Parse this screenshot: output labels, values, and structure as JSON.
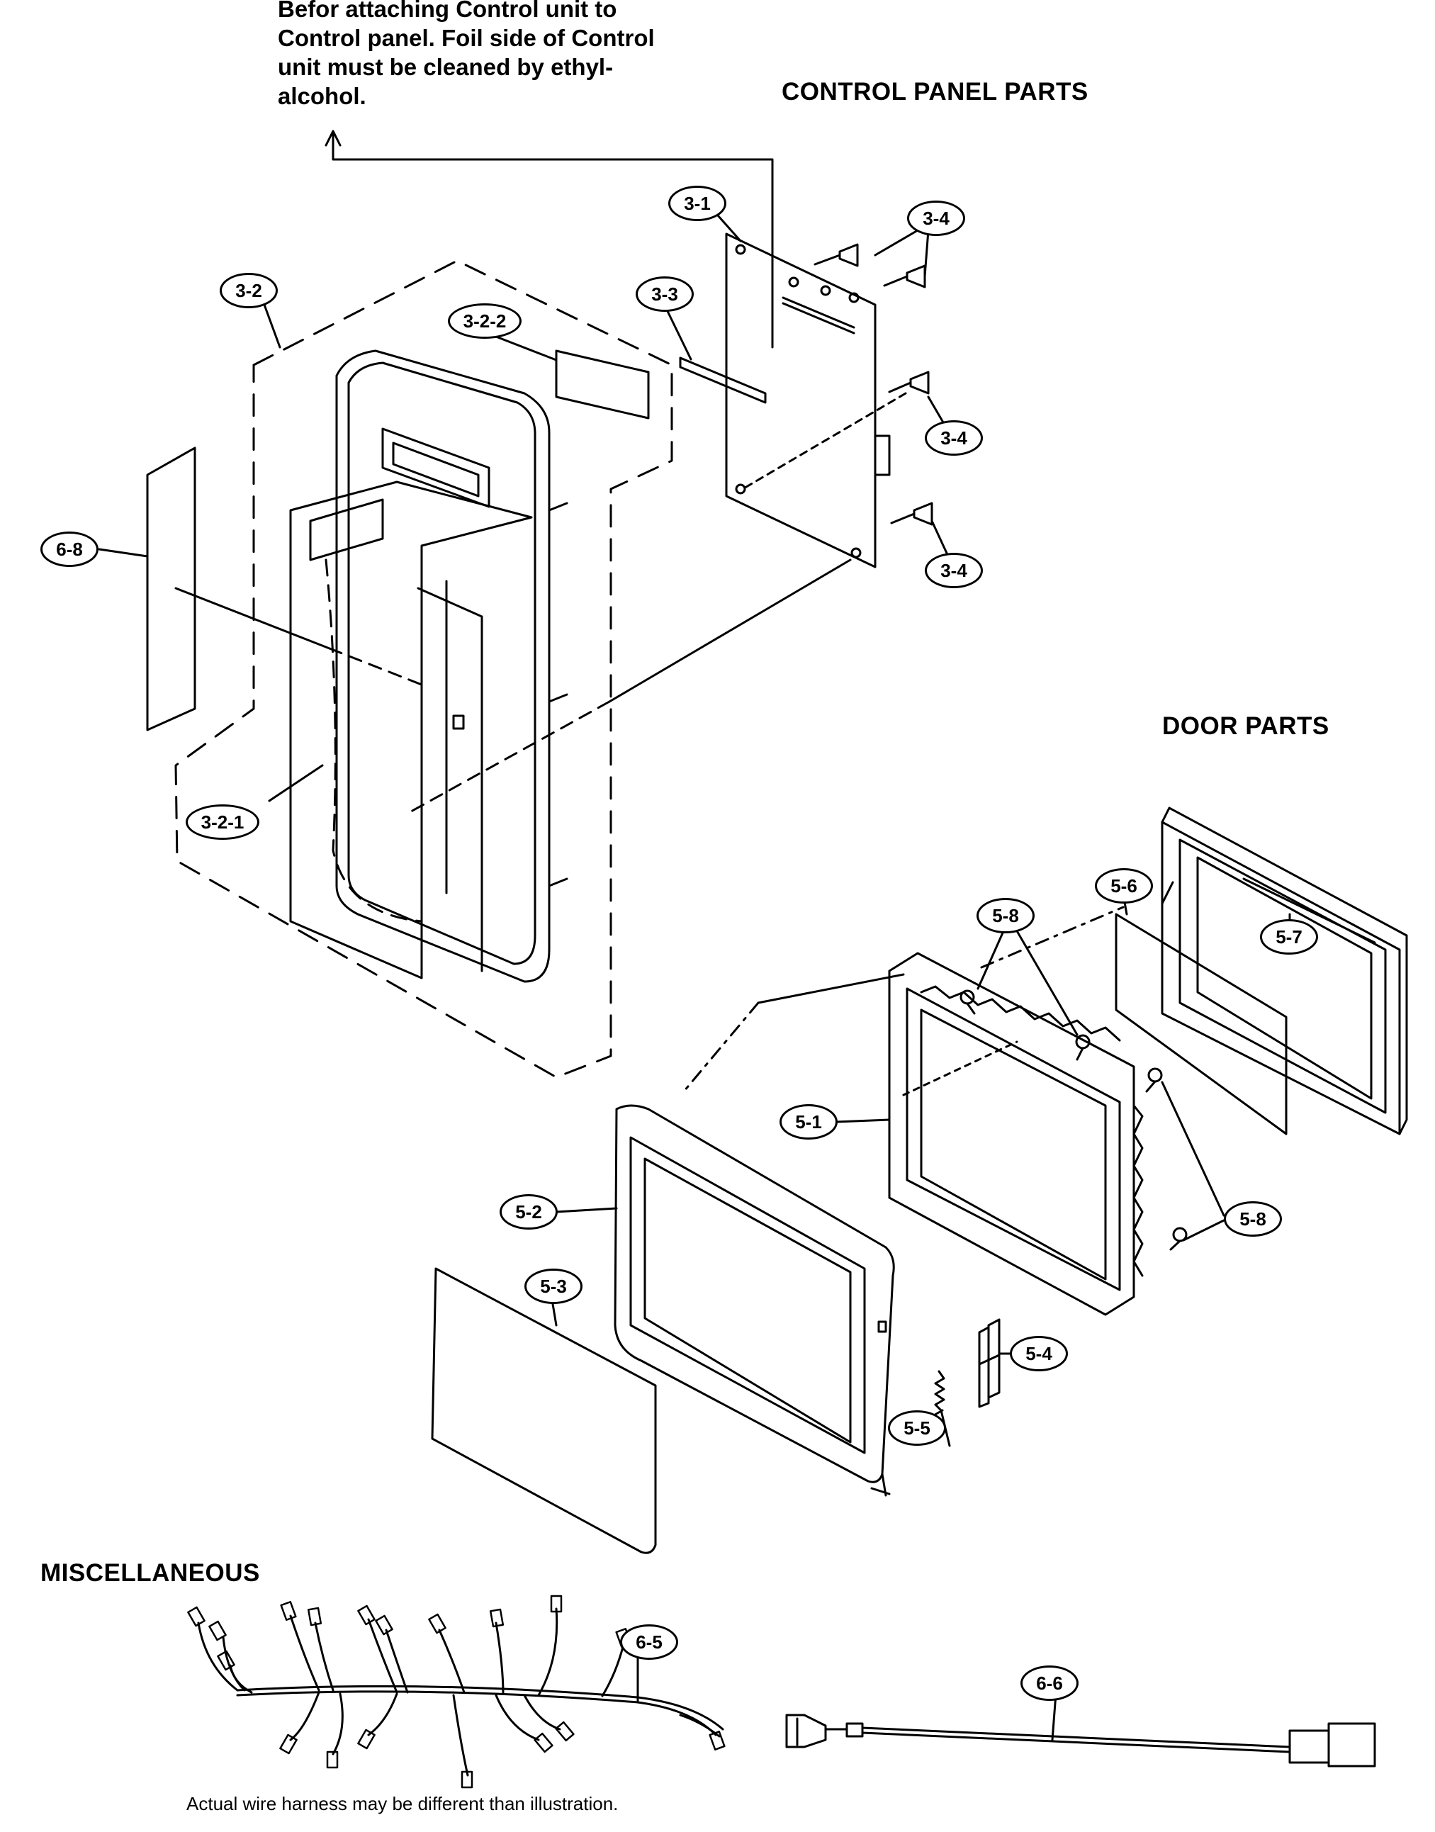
{
  "headings": {
    "control_panel": "CONTROL PANEL PARTS",
    "door": "DOOR PARTS",
    "misc": "MISCELLANEOUS"
  },
  "notes": {
    "control_unit_line1": "Befor attaching Control unit to",
    "control_unit_line2": "Control panel. Foil side of Control",
    "control_unit_line3": "unit must be cleaned by ethyl-",
    "control_unit_line4": "alcohol.",
    "harness_caption": "Actual wire harness may be different than illustration."
  },
  "callouts": {
    "p3_1": "3-1",
    "p3_2": "3-2",
    "p3_2_1": "3-2-1",
    "p3_2_2": "3-2-2",
    "p3_3": "3-3",
    "p3_4a": "3-4",
    "p3_4b": "3-4",
    "p3_4c": "3-4",
    "p6_8": "6-8",
    "p5_1": "5-1",
    "p5_2": "5-2",
    "p5_3": "5-3",
    "p5_4": "5-4",
    "p5_5": "5-5",
    "p5_6": "5-6",
    "p5_7": "5-7",
    "p5_8a": "5-8",
    "p5_8b": "5-8",
    "p6_5": "6-5",
    "p6_6": "6-6"
  }
}
